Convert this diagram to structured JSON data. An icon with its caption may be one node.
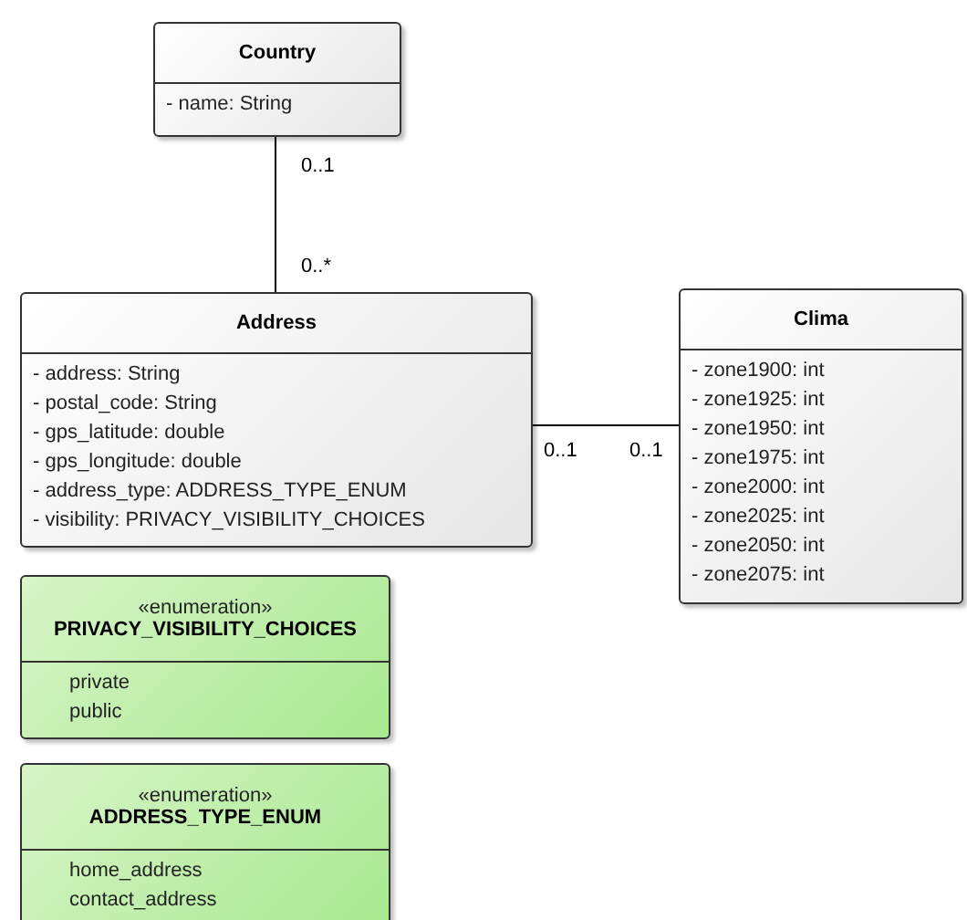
{
  "diagram": {
    "nodes": [
      {
        "text": [
          "Country",
          "- name: String"
        ]
      },
      {
        "text": [
          "Address",
          "- address: String",
          "- postal_code: String",
          "- gps_latitude: double",
          "- gps_longitude: double",
          "- address_type: ADDRESS_TYPE_ENUM",
          "- visibility: PRIVACY_VISIBILITY_CHOICES"
        ]
      },
      {
        "text": [
          "Clima",
          "- zone1900: int",
          "- zone1925: int",
          "- zone1950: int",
          "- zone1975: int",
          "- zone2000: int",
          "- zone2025: int",
          "- zone2050: int",
          "- zone2075: int"
        ]
      },
      {
        "text": [
          "«enumeration»",
          "PRIVACY_VISIBILITY_CHOICES",
          "private",
          "public"
        ]
      },
      {
        "text": [
          "«enumeration»",
          "ADDRESS_TYPE_ENUM",
          "home_address",
          "contact_address"
        ]
      }
    ],
    "edges": [
      {
        "from": 0,
        "to": 1,
        "arrow": "none"
      },
      {
        "from": 1,
        "to": 2,
        "arrow": "none"
      }
    ],
    "labels": [
      "0..1",
      "0..*",
      "0..1",
      "0..1"
    ]
  }
}
